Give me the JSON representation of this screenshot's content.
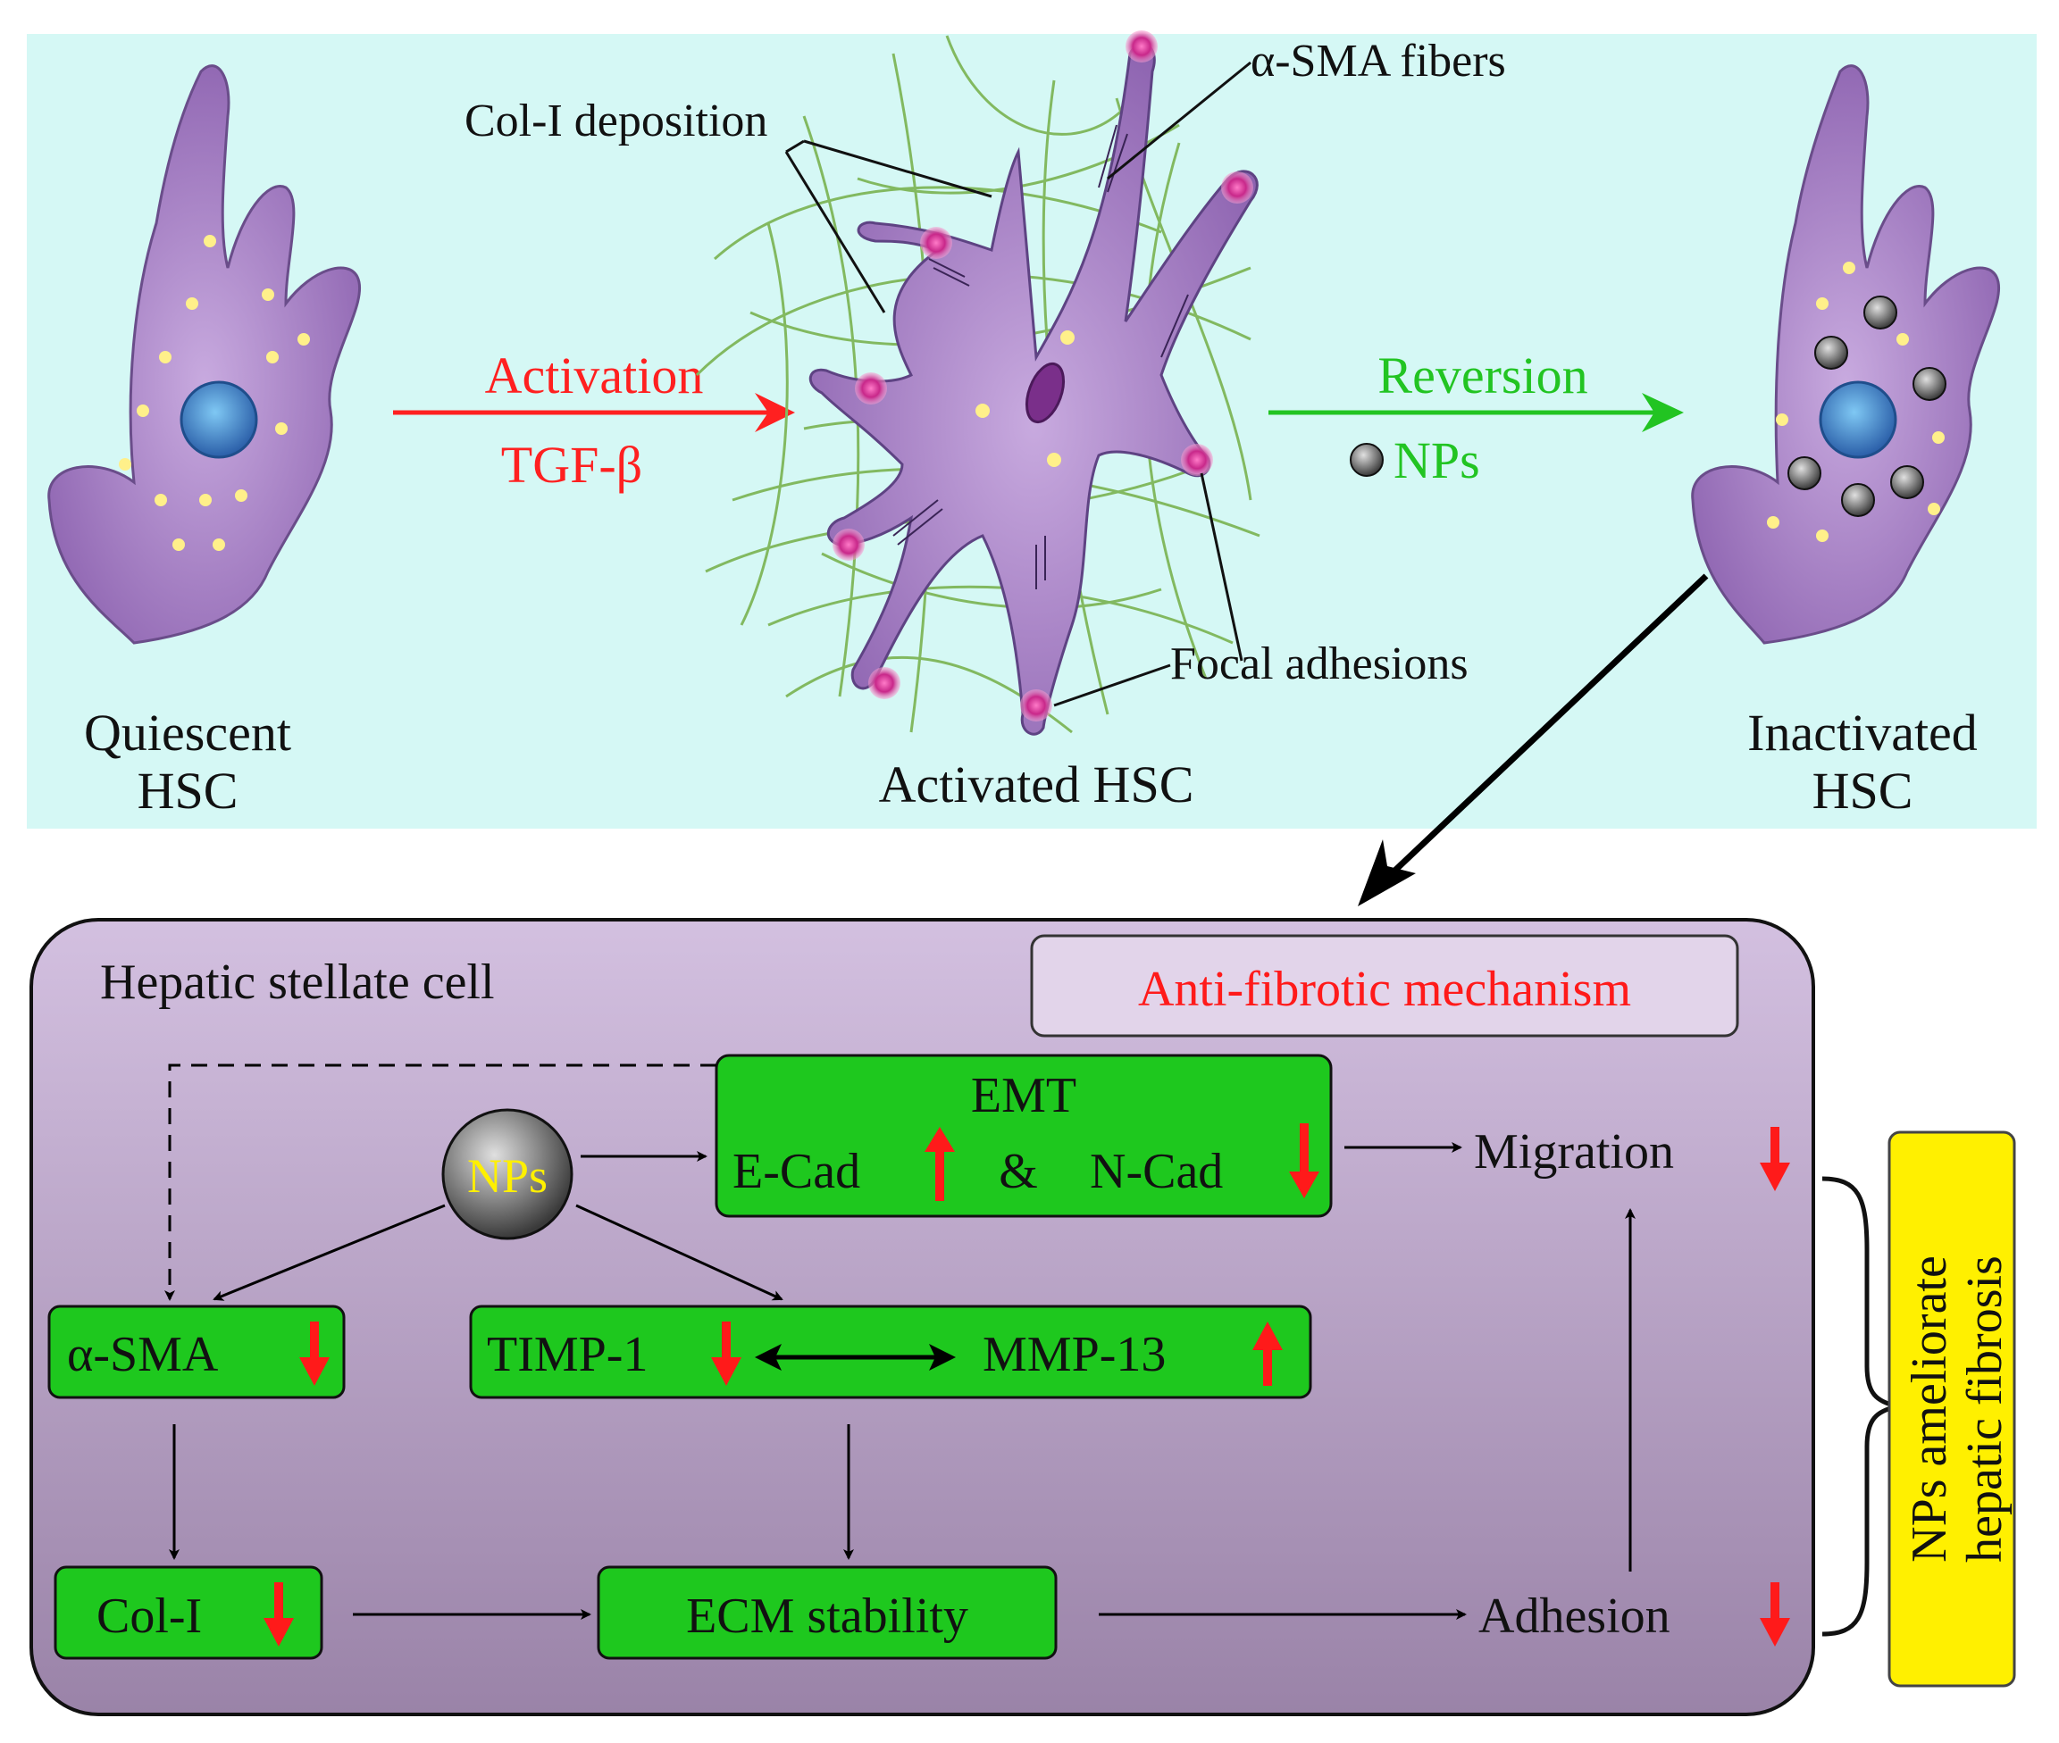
{
  "colors": {
    "panel_bg": "#d5f8f5",
    "cell_fill": "#9a72bd",
    "nucleus": "#3c86c4",
    "lipid": "#fff08a",
    "focal": "#d0358a",
    "fiber": "#82b960",
    "activation": "#ff2020",
    "reversion": "#22c422",
    "box_green": "#1ec81e",
    "box_purple_top": "#cdb9da",
    "box_purple_bottom": "#9d86ab",
    "red_arrow": "#ff1a1a",
    "label_yellow": "#fff000"
  },
  "top_panel": {
    "quiescent": {
      "line1": "Quiescent",
      "line2": "HSC"
    },
    "activated": {
      "label": "Activated HSC"
    },
    "inactivated": {
      "line1": "Inactivated",
      "line2": "HSC"
    },
    "activation_arrow": {
      "top": "Activation",
      "bottom": "TGF-β"
    },
    "reversion_arrow": {
      "top": "Reversion",
      "bottom": "NPs"
    },
    "callouts": {
      "col1": "Col-I deposition",
      "asma": "α-SMA fibers",
      "focal": "Focal adhesions"
    }
  },
  "bottom_panel": {
    "title": "Hepatic stellate cell",
    "mechanism": "Anti-fibrotic mechanism",
    "nps": "NPs",
    "emt": {
      "title": "EMT",
      "ecad": "E-Cad",
      "amp": "&",
      "ncad": "N-Cad"
    },
    "asma": "α-SMA",
    "timp": "TIMP-1",
    "mmp": "MMP-13",
    "col1": "Col-I",
    "ecm": "ECM stability",
    "migration": "Migration",
    "adhesion": "Adhesion",
    "side_label": {
      "line1": "NPs ameliorate",
      "line2": "hepatic fibrosis"
    }
  }
}
